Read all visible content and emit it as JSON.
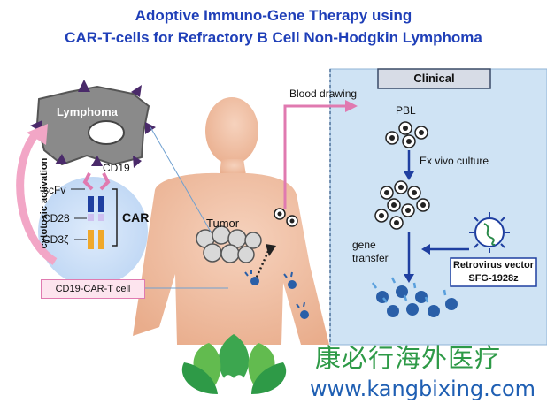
{
  "title": {
    "line1": "Adoptive Immuno-Gene Therapy using",
    "line2": "CAR-T-cells for Refractory B Cell Non-Hodgkin Lymphoma"
  },
  "labels": {
    "lymphoma": "Lymphoma",
    "cytotoxic_activation": "cytotoxic activation",
    "cd19": "CD19",
    "scfv": "scFv",
    "cd28": "CD28",
    "cd3z": "CD3ζ",
    "car": "CAR",
    "tumor": "Tumor",
    "cd19_car_t_cell": "CD19-CAR-T cell",
    "blood_drawing": "Blood drawing",
    "clinical": "Clinical",
    "pbl": "PBL",
    "ex_vivo_culture": "Ex vivo culture",
    "gene_transfer_1": "gene",
    "gene_transfer_2": "transfer",
    "retrovirus_vector": "Retrovirus vector",
    "sfg": "SFG-1928z"
  },
  "watermark": {
    "chinese": "康必行海外医疗",
    "url": "www.kangbixing.com"
  },
  "colors": {
    "title_blue": "#1f3fb8",
    "clinical_panel": "#cfe3f4",
    "skin": "#f2c3a6",
    "pink": "#e07ab0",
    "watermark_green": "#2e9a47",
    "url_blue": "#1f5fb3"
  }
}
